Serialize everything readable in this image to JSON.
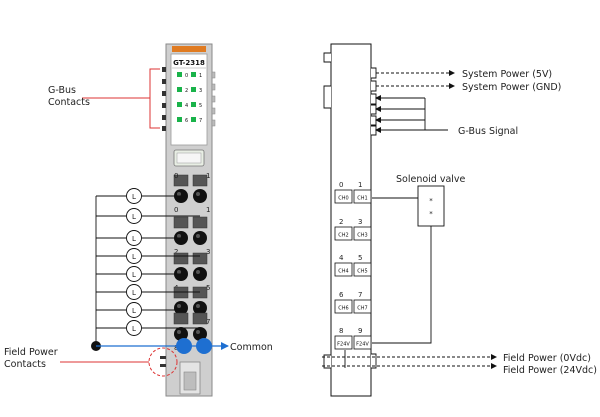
{
  "module": {
    "model": "GT-2318",
    "led_labels": [
      "0",
      "1",
      "2",
      "3",
      "4",
      "5",
      "6",
      "7"
    ],
    "terminal_numbers": [
      "0",
      "1",
      "2",
      "3",
      "4",
      "5",
      "6",
      "7",
      "8",
      "9"
    ],
    "load_symbol": "L"
  },
  "left_labels": {
    "gbus_contacts": [
      "G-Bus",
      "Contacts"
    ],
    "field_power_contacts": [
      "Field Power",
      "Contacts"
    ],
    "common": "Common"
  },
  "schematic": {
    "channels": [
      {
        "num": "0",
        "box": "CH0"
      },
      {
        "num": "1",
        "box": "CH1"
      },
      {
        "num": "2",
        "box": "CH2"
      },
      {
        "num": "3",
        "box": "CH3"
      },
      {
        "num": "4",
        "box": "CH4"
      },
      {
        "num": "5",
        "box": "CH5"
      },
      {
        "num": "6",
        "box": "CH6"
      },
      {
        "num": "7",
        "box": "CH7"
      },
      {
        "num": "8",
        "box": "F24V"
      },
      {
        "num": "9",
        "box": "F24V"
      }
    ],
    "system_power_5v": "System Power (5V)",
    "system_power_gnd": "System Power (GND)",
    "gbus_signal": "G-Bus Signal",
    "solenoid_valve": "Solenoid valve",
    "solenoid_marks": [
      "*",
      "*"
    ],
    "field_power_0v": "Field Power (0Vdc)",
    "field_power_24v": "Field Power (24Vdc)"
  }
}
